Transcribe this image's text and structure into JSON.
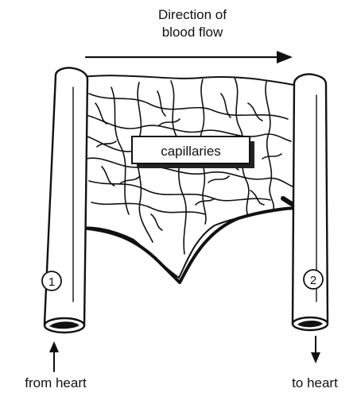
{
  "flow_label_line1": "Direction of",
  "flow_label_line2": "blood flow",
  "capillaries_label": "capillaries",
  "vessel_1_number": "1",
  "vessel_2_number": "2",
  "from_heart_label": "from heart",
  "to_heart_label": "to heart"
}
